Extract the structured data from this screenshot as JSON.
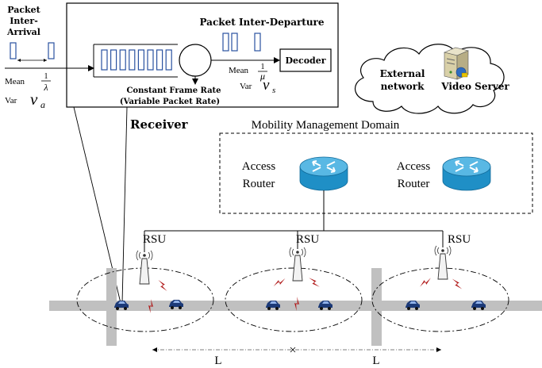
{
  "queue": {
    "inter_arrival_line1": "Packet",
    "inter_arrival_line2": "Inter-",
    "inter_arrival_line3": "Arrival",
    "inter_departure": "Packet Inter-Departure",
    "mean_label": "Mean",
    "var_label": "Var",
    "arrival_mean_symbol": "λ",
    "arrival_var_symbol": "v",
    "arrival_var_sub": "a",
    "departure_mean_symbol": "μ",
    "departure_var_symbol": "v",
    "departure_var_sub": "s",
    "frac_numerator": "1",
    "decoder": "Decoder",
    "constant_frame_rate": "Constant Frame Rate",
    "variable_packet_rate": "(Variable Packet Rate)",
    "receiver": "Receiver"
  },
  "network": {
    "external_line1": "External",
    "external_line2": "network",
    "video_server": "Video Server",
    "domain_title": "Mobility Management Domain",
    "router_line1": "Access",
    "router_line2": "Router"
  },
  "road": {
    "rsu_label": "RSU",
    "distance_label": "L"
  },
  "colors": {
    "road": "#c0c0c0",
    "router": "#1f8fc6",
    "router_top": "#59b8e4",
    "car": "#1c3a78",
    "signal": "#b01818",
    "line": "#000000"
  }
}
